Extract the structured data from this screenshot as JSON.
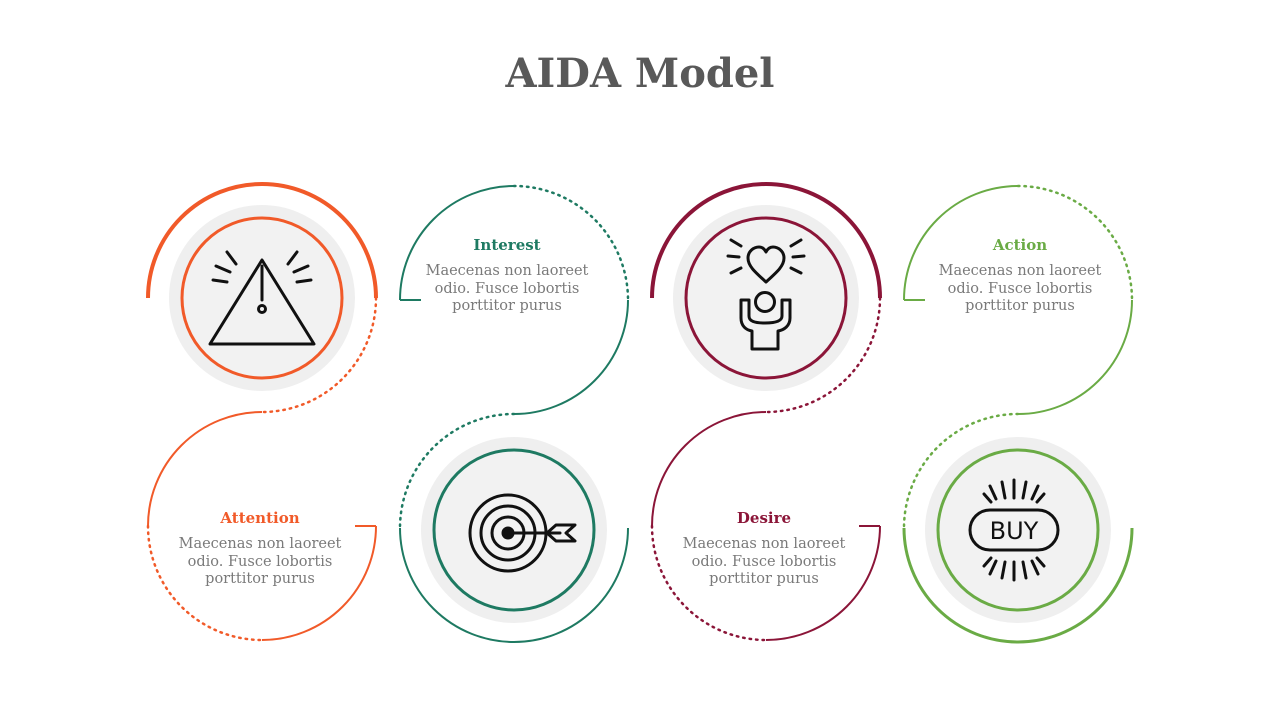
{
  "title": "AIDA Model",
  "colors": {
    "attention": "#F15A29",
    "interest": "#1E7A62",
    "desire": "#8B1538",
    "action": "#6AAB45",
    "title": "#595959",
    "text": "#7a7a7a",
    "disc": "#efefef"
  },
  "steps": [
    {
      "label": "Attention",
      "description": [
        "Maecenas non laoreet",
        "odio. Fusce lobortis",
        "porttitor purus"
      ],
      "icon": "warning-triangle-icon"
    },
    {
      "label": "Interest",
      "description": [
        "Maecenas non laoreet",
        "odio. Fusce lobortis",
        "porttitor purus"
      ],
      "icon": "target-arrow-icon"
    },
    {
      "label": "Desire",
      "description": [
        "Maecenas non laoreet",
        "odio. Fusce lobortis",
        "porttitor purus"
      ],
      "icon": "heart-person-icon"
    },
    {
      "label": "Action",
      "description": [
        "Maecenas non laoreet",
        "odio. Fusce lobortis",
        "porttitor purus"
      ],
      "icon": "buy-button-icon",
      "icon_text": "BUY"
    }
  ]
}
